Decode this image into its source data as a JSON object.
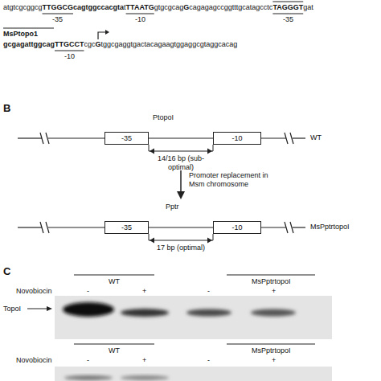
{
  "diagram": {
    "nodes": [
      {
        "text": [
          "-35"
        ]
      },
      {
        "text": [
          "-10"
        ]
      },
      {
        "text": [
          "-35"
        ]
      },
      {
        "text": [
          "-10"
        ]
      }
    ],
    "edges": [
      {
        "from": 0,
        "to": 1,
        "arrow": "both",
        "label": "14/16 bp (sub-optimal)"
      },
      {
        "from": 2,
        "to": 3,
        "arrow": "both",
        "label": "17 bp (optimal)"
      }
    ],
    "labels": [
      "B",
      "PtopoI",
      "WT",
      "Promoter replacement in Msm chromosome",
      "Pptr",
      "MsPptrtopoI",
      "C",
      "WT",
      "MsPptrtopoI",
      "Novobiocin",
      "-",
      "+",
      "-",
      "+",
      "TopoI",
      "WT",
      "MsPptrtopoI",
      "Novobiocin",
      "-",
      "+",
      "-",
      "+",
      "atgtcgcggcg",
      "TTGGCGcagtggccacgta",
      "t",
      "TTAATG",
      "gtgcgcag",
      "G",
      "cagagagccggtttgcatagcctc",
      "TAGGGT",
      "gat",
      "-35",
      "-10",
      "-35",
      "MsPtopo1",
      "gcgagattggcagTTGCCT",
      "cgc",
      "G",
      "tggcgaggtgactacagaagtggaggcgtaggcacag",
      "-10"
    ]
  }
}
